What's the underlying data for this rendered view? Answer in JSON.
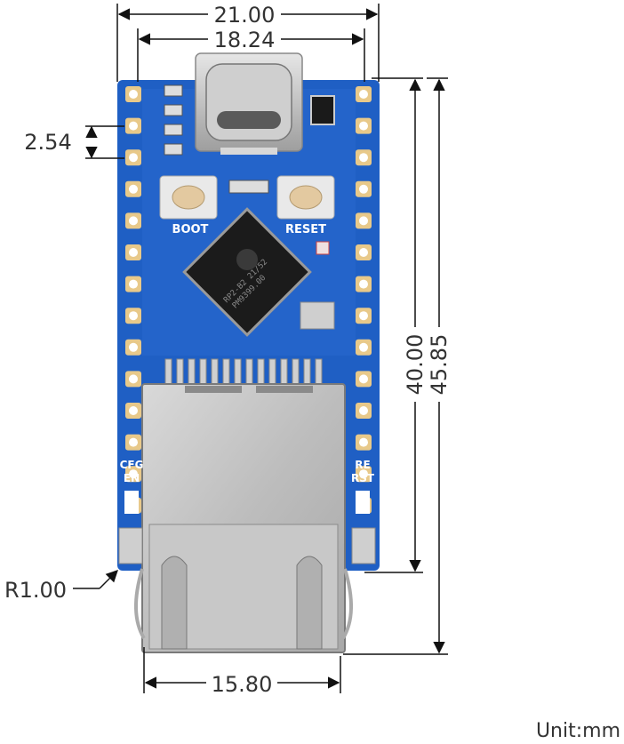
{
  "dimensions": {
    "overall_width": "21.00",
    "pin_row_spacing": "18.24",
    "pin_pitch": "2.54",
    "board_length": "40.00",
    "total_length": "45.85",
    "corner_radius": "R1.00",
    "rj45_width": "15.80"
  },
  "board": {
    "boot_label": "BOOT",
    "reset_label": "RESET",
    "cfg_label": "CFG",
    "en_label": "EN",
    "re_label": "RE",
    "rst_label": "RST",
    "chip_line1": "RP2-B2  21/52",
    "chip_line2": "PM9399.00",
    "pcb_color": "#1f5fc4",
    "pad_color": "#e8c98a"
  },
  "unit_label": "Unit:mm"
}
